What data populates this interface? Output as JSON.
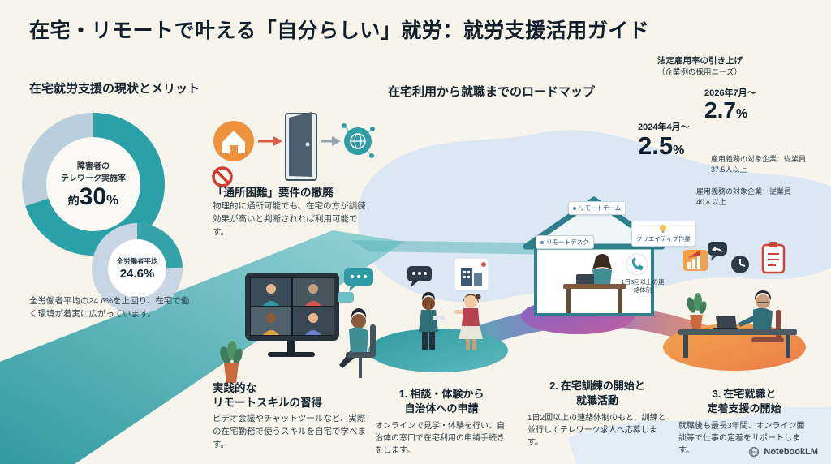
{
  "title": "在宅・リモートで叶える「自分らしい」就労：就労支援活用ガイド",
  "left": {
    "heading": "在宅就労支援の現状とメリット",
    "donut_main": {
      "label1": "障害者の",
      "label2": "テレワーク実施率",
      "prefix": "約",
      "value": "30",
      "unit": "%",
      "percent": 30,
      "fill_fraction": 0.7
    },
    "donut_sub": {
      "label": "全労働者平均",
      "value": "24.6%",
      "percent": 24.6,
      "fill_fraction": 0.246
    },
    "note": "全労働者平均の24.6%を上回り、在宅で働く環境が着実に広がっています。"
  },
  "merits": {
    "card1": {
      "heading": "「通所困難」要件の撤廃",
      "body": "物理的に通所可能でも、在宅の方が訓練効果が高いと判断されれば利用可能です。"
    },
    "card2": {
      "heading_line1": "実践的な",
      "heading_line2": "リモートスキルの習得",
      "body": "ビデオ会議やチャットツールなど、実際の在宅勤務で使うスキルを自宅で学べます。"
    }
  },
  "roadmap": {
    "heading": "在宅利用から就職までのロードマップ",
    "stats": {
      "caption_line1": "法定雇用率の引き上げ",
      "caption_line2": "（企業例の採用ニーズ）",
      "items": [
        {
          "period": "2024年4月〜",
          "value": "2.5",
          "unit": "%"
        },
        {
          "period": "2026年7月〜",
          "value": "2.7",
          "unit": "%"
        }
      ],
      "notes": [
        "雇用義務の対象企業：従業員37.5人以上",
        "雇用義務の対象企業：従業員40人以上"
      ]
    },
    "house_tags": {
      "tag_top": "リモートチーム",
      "tag_left": "リモートデスク",
      "tag_right": "クリエイティブ作業",
      "phone_note": "1日3回以上の連絡体制"
    },
    "steps": [
      {
        "num": "1.",
        "title1": "相談・体験から",
        "title2": "自治体への申請",
        "body": "オンラインで見学・体験を行い、自治体の窓口で在宅利用の申請手続きをします。"
      },
      {
        "num": "2.",
        "title1": "在宅訓練の開始と",
        "title2": "就職活動",
        "body": "1日2回以上の連絡体制のもと、訓練と並行してテレワーク求人へ応募します。"
      },
      {
        "num": "3.",
        "title1": "在宅就職と",
        "title2": "定着支援の開始",
        "body": "就職後も最長3年間、オンライン面談等で仕事の定着をサポートします。"
      }
    ]
  },
  "footer": {
    "brand": "NotebookLM"
  },
  "chart_data": [
    {
      "type": "pie",
      "title": "障害者のテレワーク実施率",
      "value_percent": 30
    },
    {
      "type": "pie",
      "title": "全労働者平均",
      "value_percent": 24.6
    }
  ]
}
